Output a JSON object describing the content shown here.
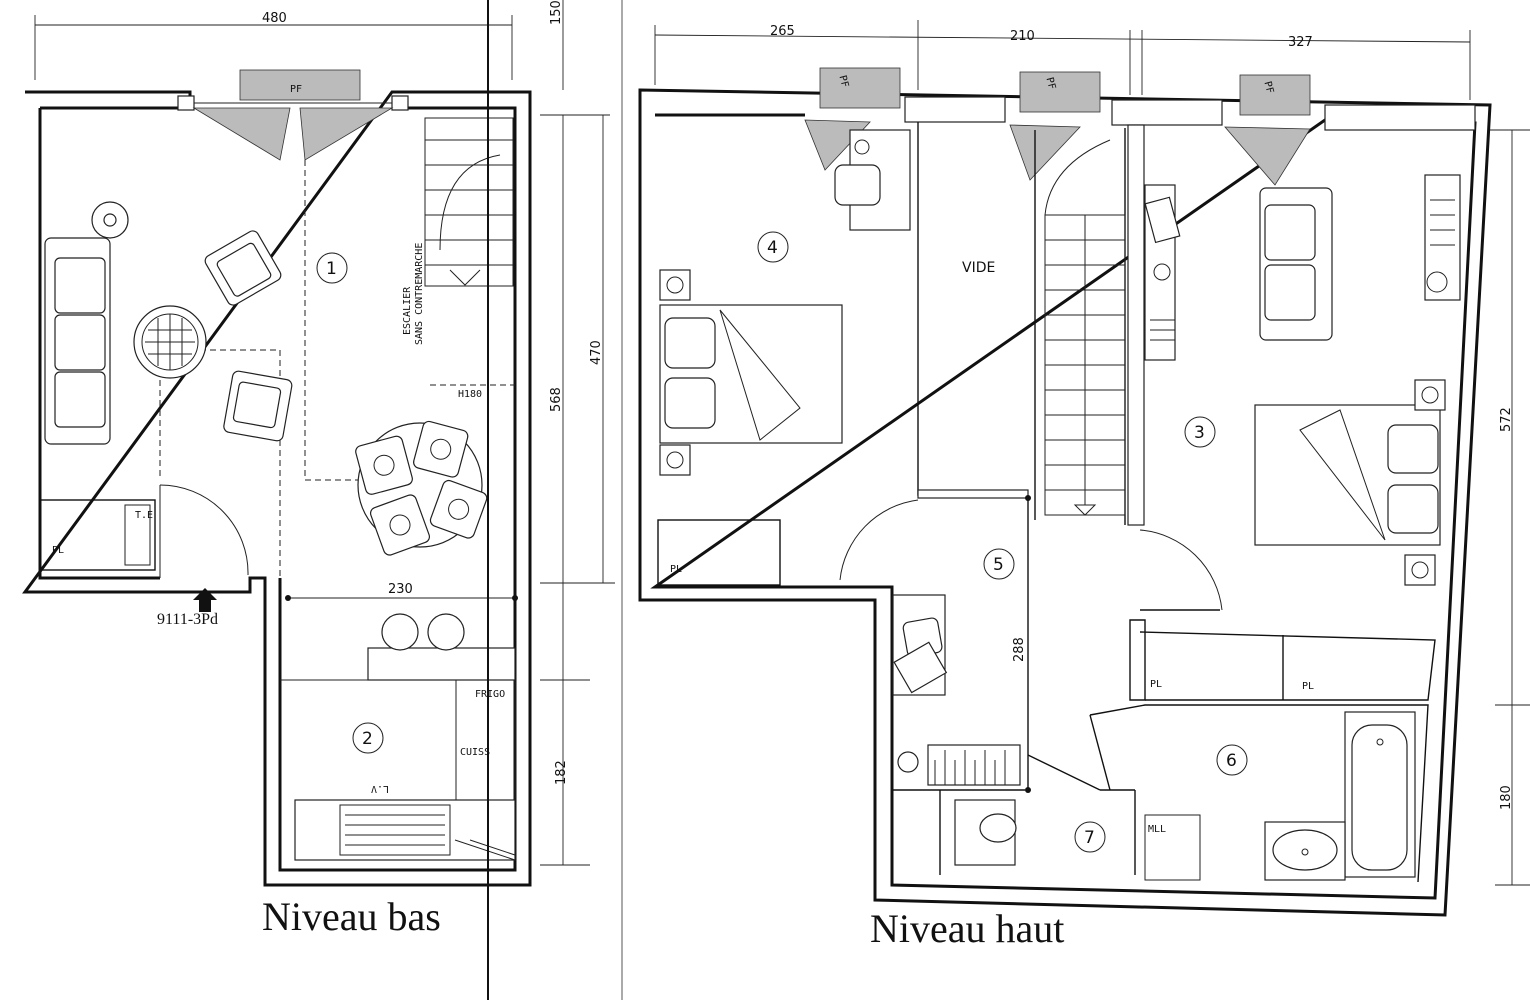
{
  "levels": {
    "lower": {
      "title": "Niveau bas"
    },
    "upper": {
      "title": "Niveau haut"
    }
  },
  "dimensions": {
    "lower_width": "480",
    "lower_top_right": "150",
    "lower_height_total": "568",
    "lower_height_upper": "470",
    "lower_height_lower": "182",
    "kitchen_width": "230",
    "upper_w1": "265",
    "upper_w2": "210",
    "upper_w3": "327",
    "upper_right_height": "572",
    "upper_right_lower": "180",
    "hall_width": "288"
  },
  "rooms": [
    {
      "number": "1"
    },
    {
      "number": "2"
    },
    {
      "number": "3"
    },
    {
      "number": "4"
    },
    {
      "number": "5"
    },
    {
      "number": "6"
    },
    {
      "number": "7"
    }
  ],
  "labels": {
    "pf": "PF",
    "pl": "PL",
    "te": "T.E",
    "entry": "9111-3Pd",
    "h180": "H180",
    "stair_line1": "ESCALIER",
    "stair_line2": "SANS CONTREMARCHE",
    "frigo": "FRIGO",
    "cuiss": "CUISS",
    "lv": "L.V",
    "vide": "VIDE",
    "mll": "MLL"
  }
}
